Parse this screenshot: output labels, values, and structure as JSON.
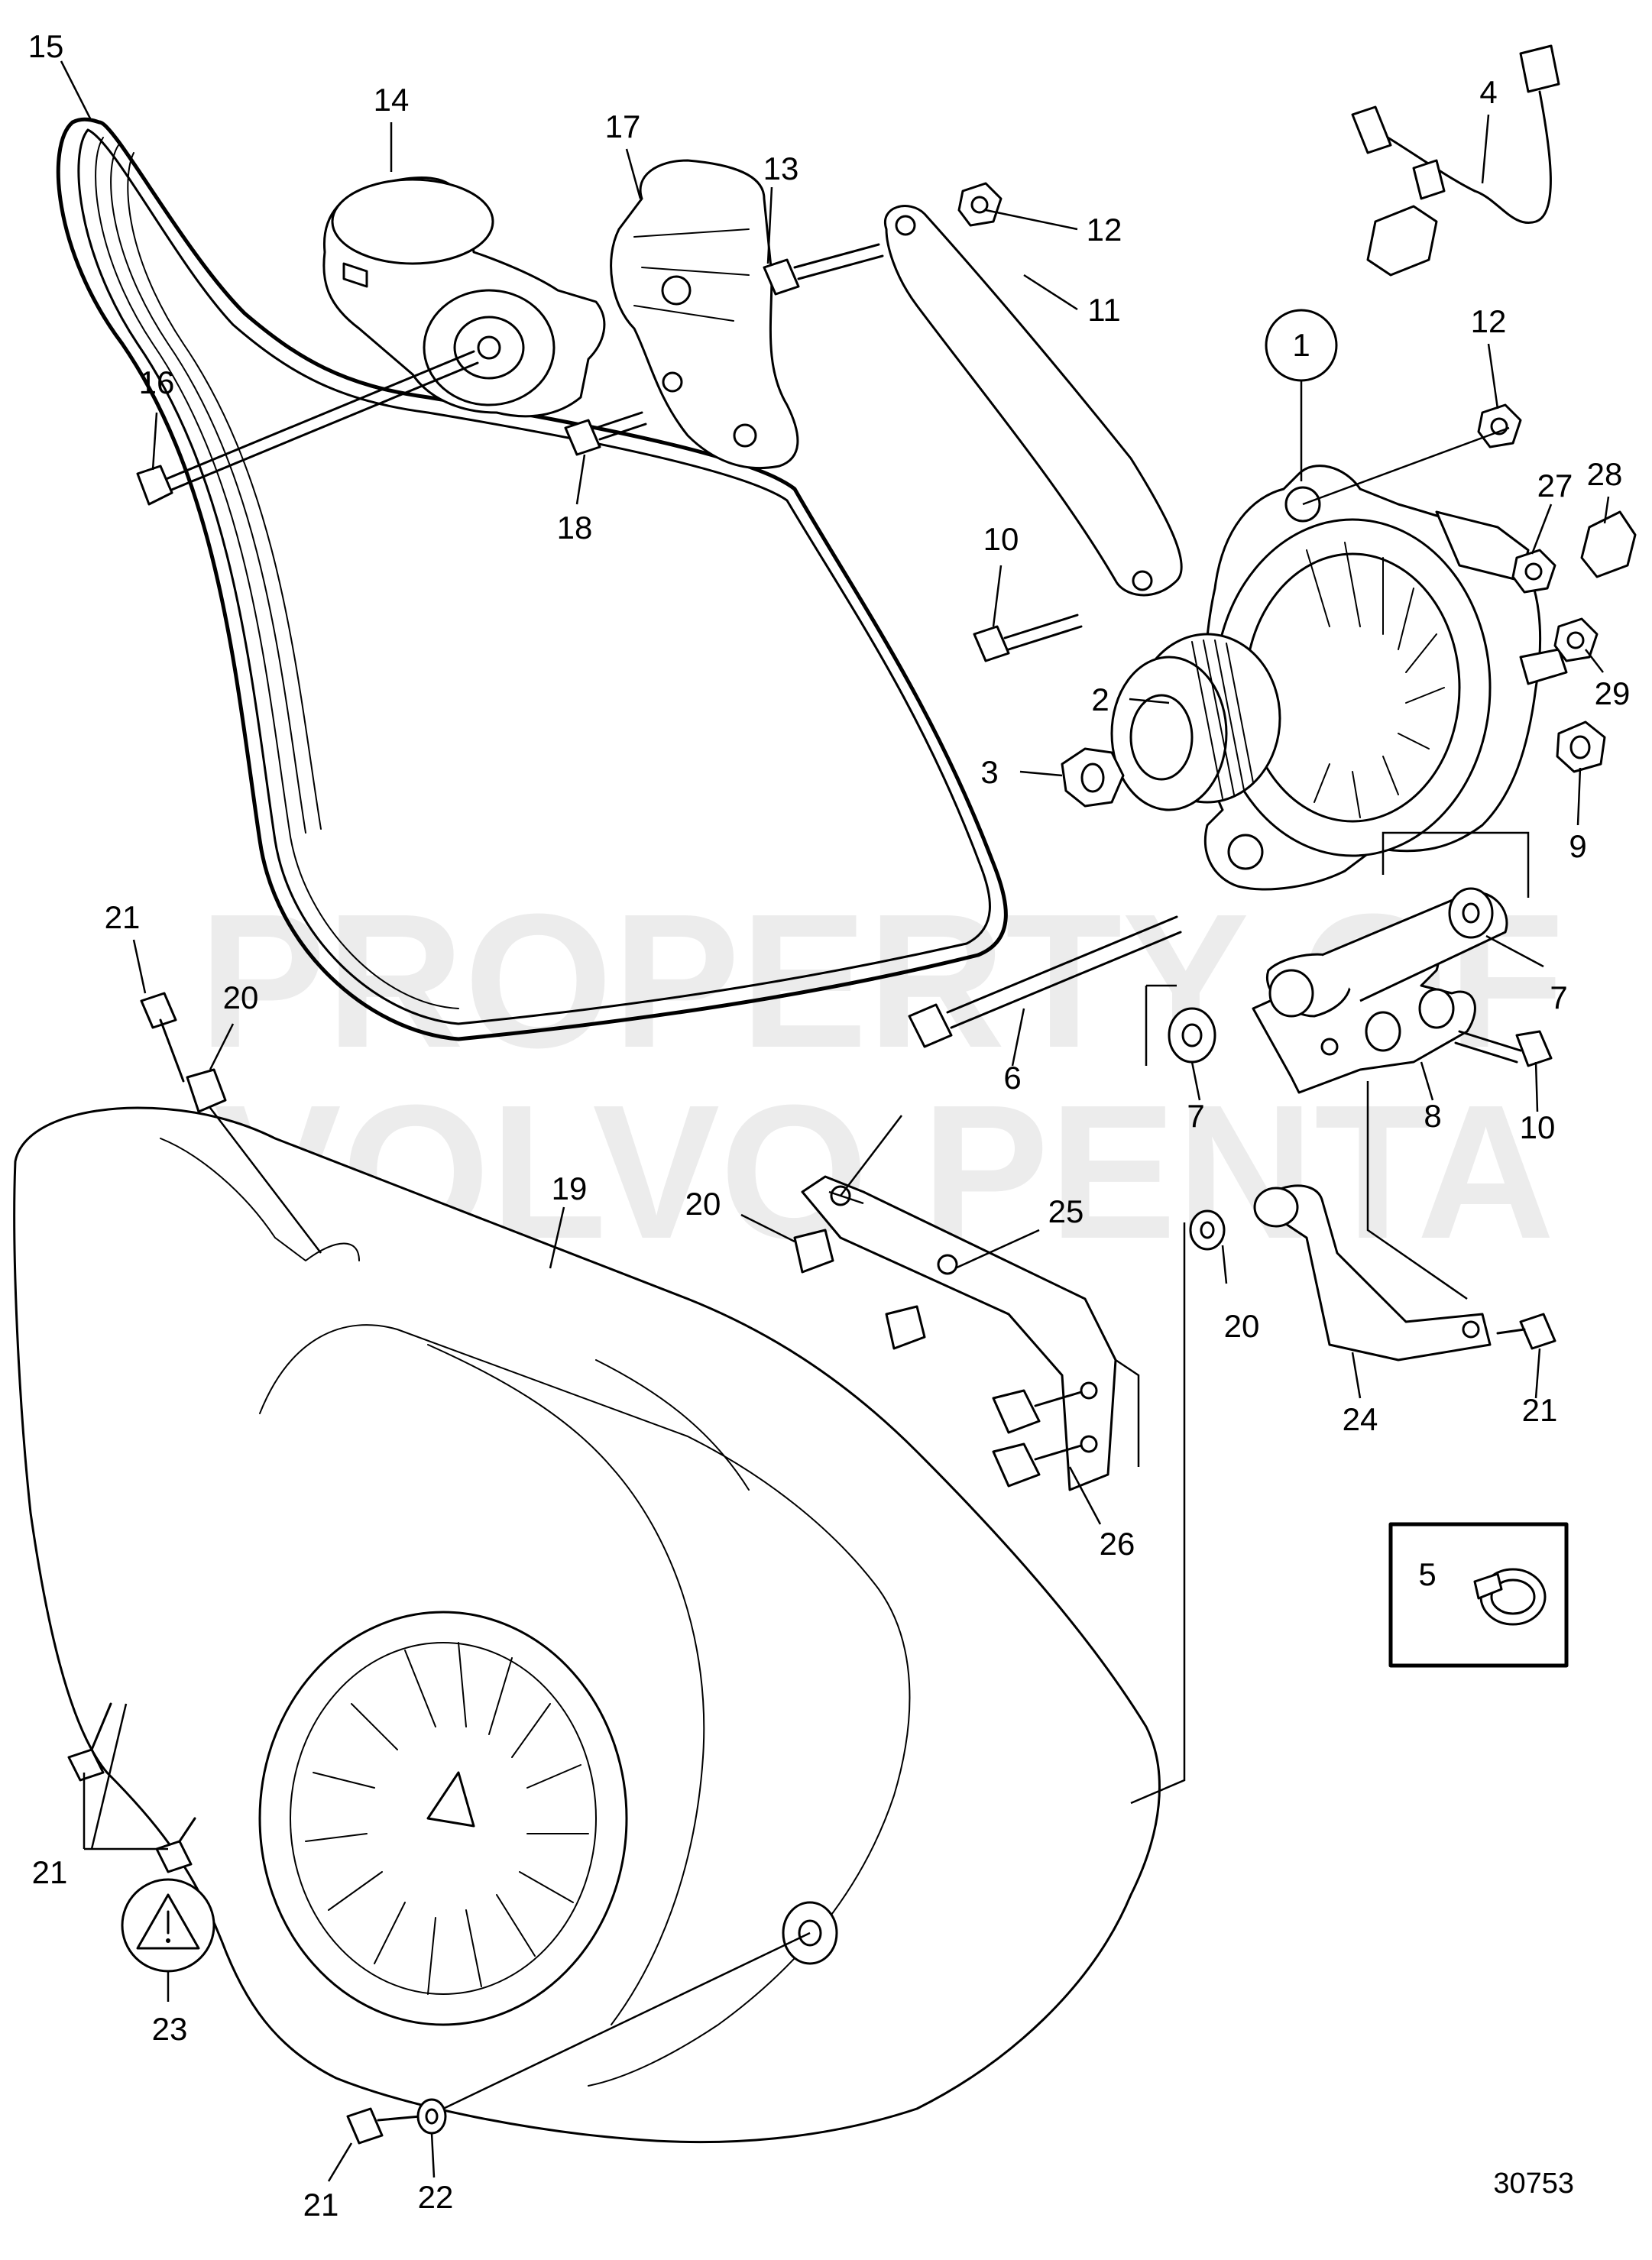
{
  "watermark": {
    "line1": "PROPERTY OF",
    "line2": "VOLVO PENTA"
  },
  "drawing_number": "30753",
  "callouts": {
    "c1": "1",
    "c2": "2",
    "c3": "3",
    "c4": "4",
    "c5": "5",
    "c6": "6",
    "c7a": "7",
    "c7b": "7",
    "c8": "8",
    "c9": "9",
    "c10a": "10",
    "c10b": "10",
    "c11": "11",
    "c12a": "12",
    "c12b": "12",
    "c13": "13",
    "c14": "14",
    "c15": "15",
    "c16": "16",
    "c17": "17",
    "c18": "18",
    "c19": "19",
    "c20a": "20",
    "c20b": "20",
    "c20c": "20",
    "c21a": "21",
    "c21b": "21",
    "c21c": "21",
    "c21d": "21",
    "c22": "22",
    "c23": "23",
    "c24": "24",
    "c25": "25",
    "c26": "26",
    "c27": "27",
    "c28": "28",
    "c29": "29"
  },
  "icons": {
    "warning": "warning-triangle-icon",
    "clamp": "hose-clamp-icon"
  }
}
